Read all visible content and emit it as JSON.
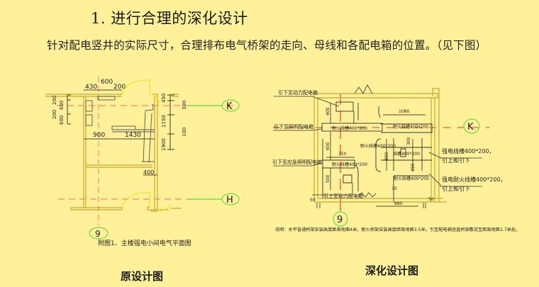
{
  "heading": "1. 进行合理的深化设计",
  "intro": "针对配电竖井的实际尺寸，合理排布电气桥架的走向、母线和各配电箱的位置。（见下图）",
  "original_drawing": {
    "dims": {
      "d430": "430",
      "d600": "600",
      "d200top": "200",
      "d200a": "200",
      "d600a": "600",
      "d200b": "200",
      "d600b": "600",
      "d900": "900",
      "d1430": "1430",
      "d400": "400",
      "d450": "450",
      "d1150": "1150",
      "d1900": "1900",
      "d300": "300",
      "d100": "100"
    },
    "axis_k": "K",
    "axis_h": "H",
    "axis_9": "9",
    "figure_caption": "附图1、主楼强电小间电气平面图",
    "title": "原设计图"
  },
  "deepened_drawing": {
    "labels": {
      "to_power_box_down": "引下至动力配电箱",
      "to_lighting_box": "引下至照明配电箱",
      "to_emergency_box": "引下至应急照明配电箱",
      "to_power_box_up": "引上至动力配电箱",
      "tray_strong": "强电线槽400*200，",
      "tray_strong_sub": "引上和引下",
      "tray_fire": "强电耐火线槽400*200，",
      "tray_fire_sub": "引上和引下"
    },
    "trays": {
      "t1": "耐火线槽400*200",
      "t2": "耐火线槽400*200",
      "t3": "耐火线槽400*200",
      "t4": "耐火线槽400*200",
      "t5": "线槽400*200",
      "t6": "耐火线槽400*200"
    },
    "dims": {
      "d400": "400",
      "d600": "600",
      "d750": "750",
      "d500": "500",
      "d50l": "50",
      "d50r": "50",
      "d1080": "1080",
      "d850a": "850",
      "d850b": "850",
      "d300": "300",
      "d880": "880",
      "d30": "30"
    },
    "axis_k": "K",
    "axis_9": "9",
    "note": "说明：水平普通桥架安装高度距离地面4米，耐火桥架安装高度距离地面3.5米，引至配电箱竖直桥架敷设至距离地面1.7米处。",
    "title": "深化设计图"
  },
  "colors": {
    "background": "#fff09a",
    "wall": "#c8a830",
    "axis_red": "#f08a6a",
    "axis_green": "#66dd44",
    "door": "#f4e020",
    "tray_red": "#e83020"
  }
}
